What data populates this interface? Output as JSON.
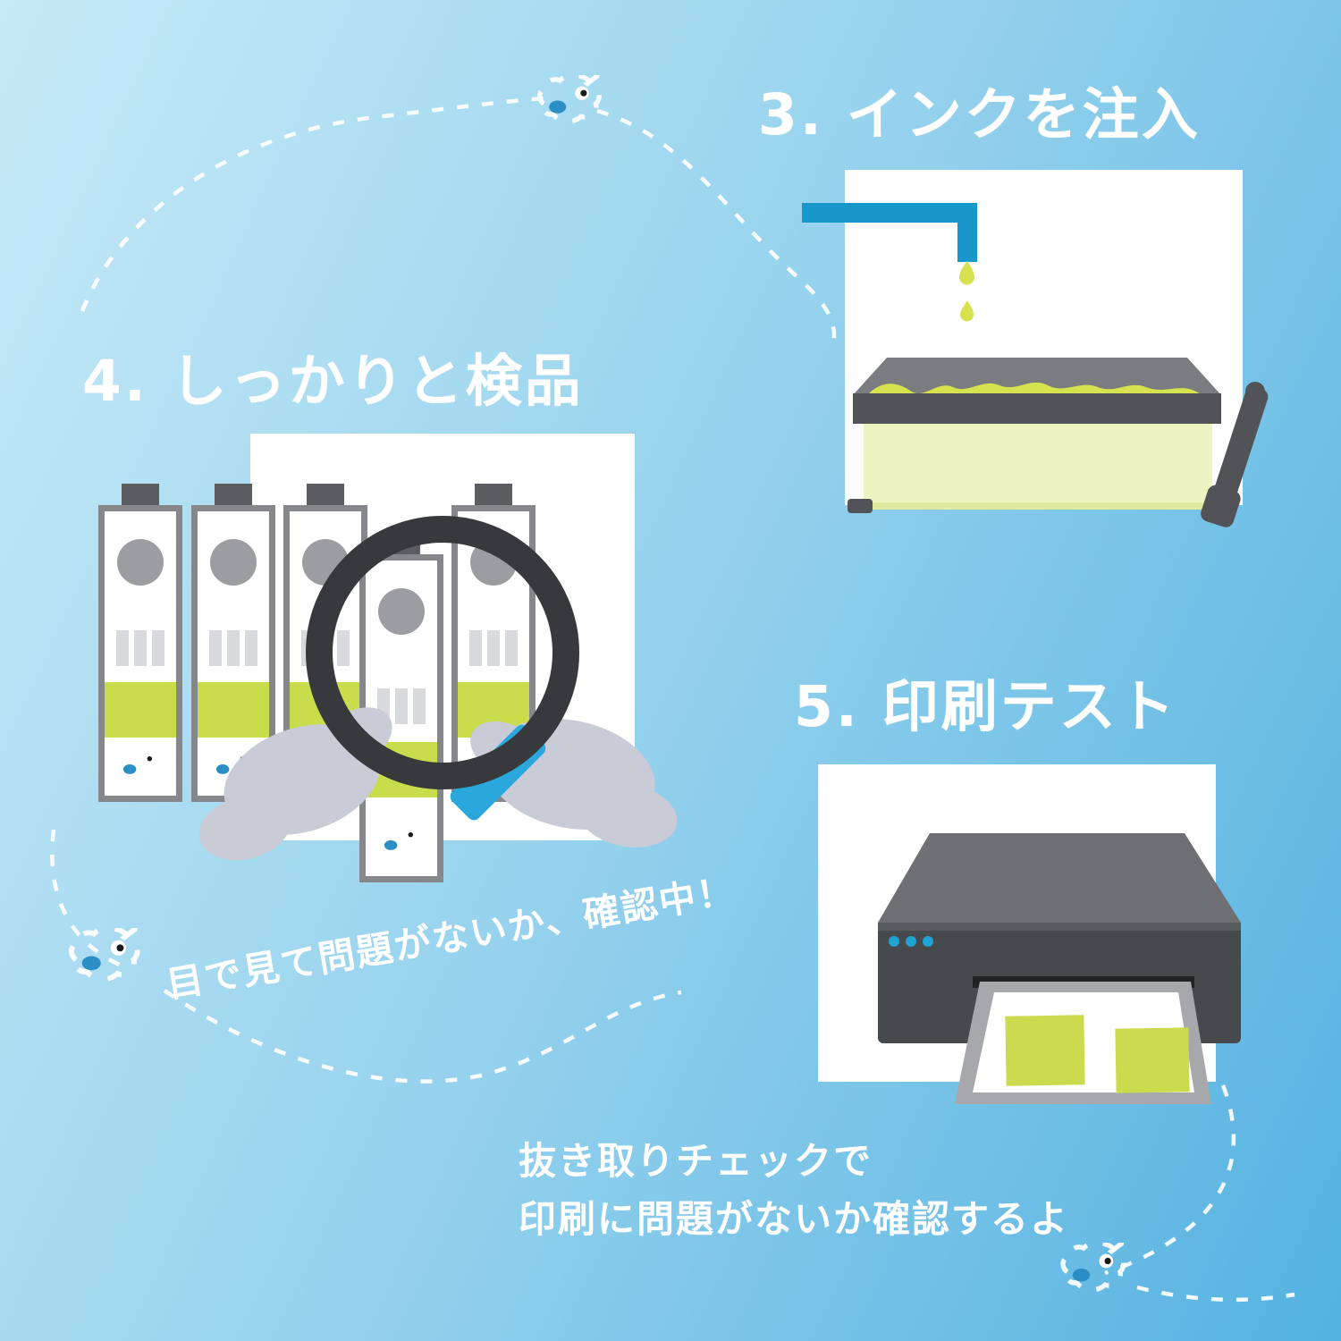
{
  "steps": {
    "step3": {
      "title": "3. インクを注入"
    },
    "step4": {
      "title": "4. しっかりと検品",
      "caption": "目で見て問題がないか、確認中！"
    },
    "step5": {
      "title": "5. 印刷テスト",
      "caption_lines": [
        "抜き取りチェックで",
        "印刷に問題がないか確認するよ"
      ]
    }
  },
  "icons": {
    "mascot": "rhino-mascot-icon",
    "magnifier": "magnifying-glass-icon",
    "dashes": "dashed-flow-path"
  },
  "colors": {
    "background_top_left": "#c6eaf7",
    "background_bottom_right": "#55b2e1",
    "title_text": "#ffffff",
    "dashed_line": "#ffffff",
    "pipe_blue": "#1797cb",
    "ink_yellow_green": "#d7e24f",
    "tank_pale_yellow": "#eef3c2",
    "cartridge_band_green": "#c9dc4b",
    "machine_dark_gray": "#515356",
    "machine_mid_gray": "#7a7c7f",
    "cartridge_border_gray": "#85878a",
    "hand_gray": "#c9cbd6",
    "mascot_blue": "#3ba6da",
    "magnifier_ring": "#38393c",
    "magnifier_handle": "#2aa7dc",
    "printer_body": "#474a4d",
    "printed_square_green": "#ccdb4e"
  }
}
